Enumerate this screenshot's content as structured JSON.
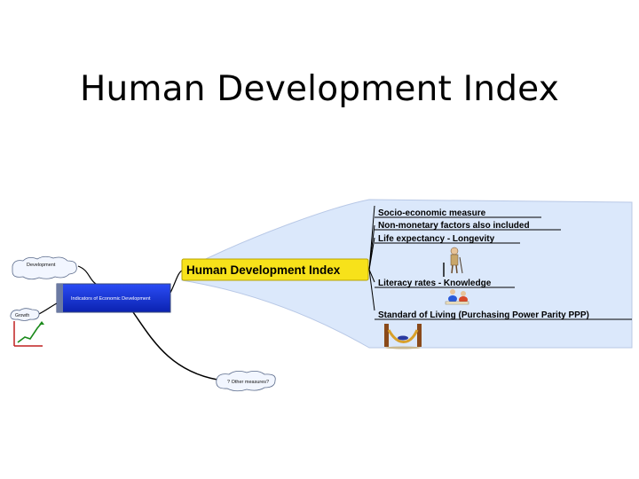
{
  "slide": {
    "title": "Human Development Index"
  },
  "mindmap": {
    "central": "Indicators of Economic Development",
    "nodes": {
      "development": "Development",
      "growth": "Growth",
      "other": "? Other measures?",
      "hdi": "Human Development Index"
    },
    "branches": [
      "Socio-economic measure",
      "Non-monetary factors also included",
      "Life expectancy - Longevity",
      "Literacy rates - Knowledge",
      "Standard of Living (Purchasing Power Parity PPP)"
    ],
    "colors": {
      "callout_fill": "#dbe8fb",
      "central_fill": "#1030d8",
      "hdi_fill": "#f7e21a",
      "cloud_fill": "#f2f6ff"
    }
  }
}
